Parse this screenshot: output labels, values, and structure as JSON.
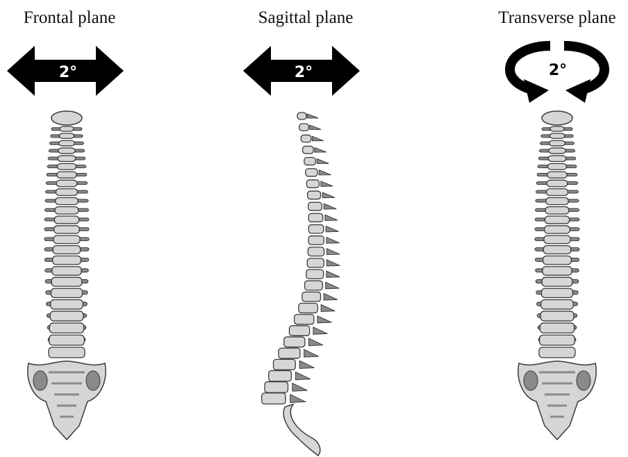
{
  "planes": [
    {
      "label": "Frontal plane",
      "angle": "2°",
      "motion": "lateral-bend",
      "icon": "double-arrow-icon"
    },
    {
      "label": "Sagittal plane",
      "angle": "2°",
      "motion": "flexion-extension",
      "icon": "double-arrow-icon"
    },
    {
      "label": "Transverse plane",
      "angle": "2°",
      "motion": "axial-rotation",
      "icon": "rotation-arrow-icon"
    }
  ],
  "colors": {
    "arrow": "#000000",
    "bone": "#d6d6d6",
    "bone_shade": "#8a8a8a",
    "outline": "#3a3a3a"
  }
}
